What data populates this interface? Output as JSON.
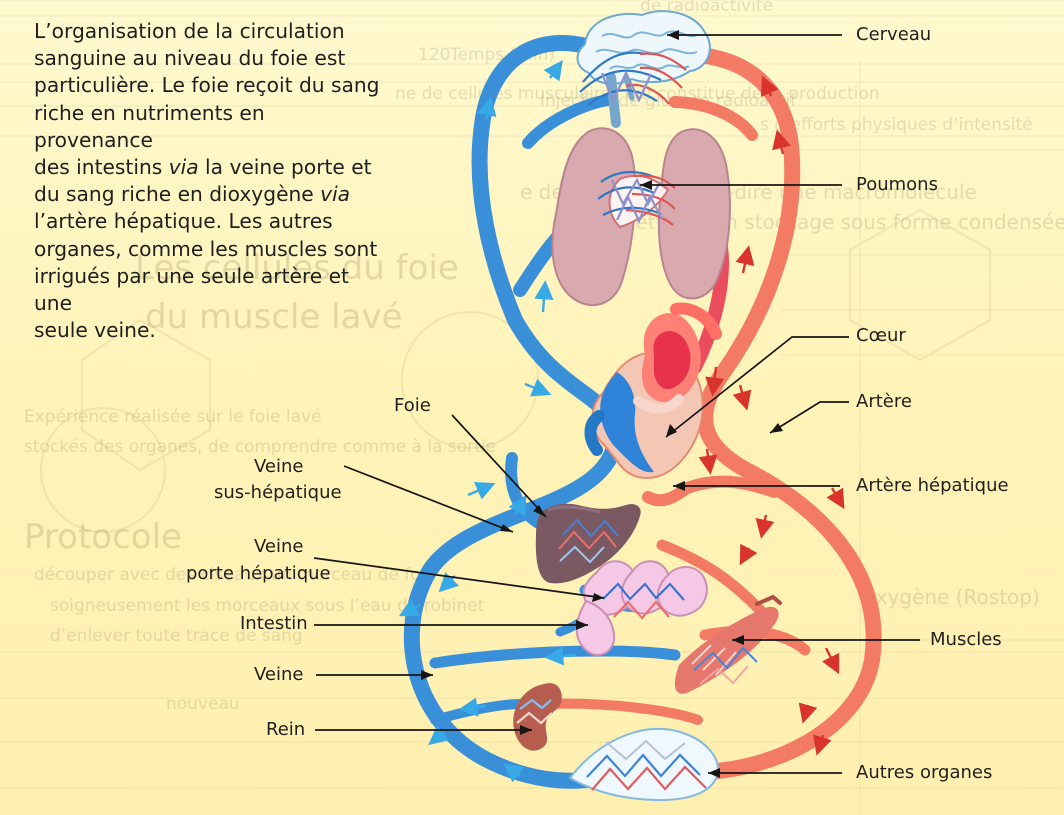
{
  "intro": {
    "line1": "L’organisation de la circulation",
    "line2": "sanguine au niveau du foie est",
    "line3": "particulière. Le foie reçoit du sang",
    "line4": "riche en nutriments en provenance",
    "line5_before": "des intestins ",
    "line5_em": "via",
    "line5_after": " la veine porte et",
    "line6_before": "du sang riche en dioxygène ",
    "line6_em": "via",
    "line7": "l’artère hépatique. Les autres",
    "line8": "organes, comme les muscles sont",
    "line9": "irrigués par une seule artère et une",
    "line10": "seule veine."
  },
  "labels": {
    "cerveau": "Cerveau",
    "poumons": "Poumons",
    "coeur": "Cœur",
    "foie": "Foie",
    "artere": "Artère",
    "veine_sus_1": "Veine",
    "veine_sus_2": "sus-hépatique",
    "artere_hepatique": "Artère hépatique",
    "veine_porte_1": "Veine",
    "veine_porte_2": "porte hépatique",
    "intestin": "Intestin",
    "muscles": "Muscles",
    "veine": "Veine",
    "rein": "Rein",
    "autres_organes": "Autres organes"
  },
  "background": {
    "t1": "de radioactivité",
    "t2": "120",
    "t3": "Temps (min)",
    "t4": "Injection de glucose radioactif",
    "t5": "ne de cellules musculaires qui constitue de la production",
    "t6": "s d’efforts physiques d’intensité",
    "t7": "e de glucose, c’est-à-dire une macromolécule",
    "t8": "s, permettant son stockage sous forme condensée",
    "t9": "du muscle lavé",
    "t10": "Les cellules du foie",
    "t11": "Expérience réalisée sur le foie lavé",
    "t12": "stockés des organes, de comprendre comme à la sortie",
    "t13": "Protocole",
    "t14": "découper avec des ciseaux un morceau de foie",
    "t15": "soigneusement les morceaux sous l’eau du robinet",
    "t16": "d’enlever toute trace de sang",
    "t17": "Oxygène (Rostop)",
    "t18": "nouveau"
  },
  "colors": {
    "artery": "#f47b63",
    "artery_dark": "#e84d4d",
    "vein": "#3a8fd9",
    "vein_dark": "#1f73c4",
    "oxygenated_arrow": "#d9342b",
    "venous_arrow": "#37a9e6",
    "liver": "#7d5b60",
    "lungs": "#c8a0a8",
    "intestine": "#f3c7e1",
    "background": "#fff6c6"
  }
}
